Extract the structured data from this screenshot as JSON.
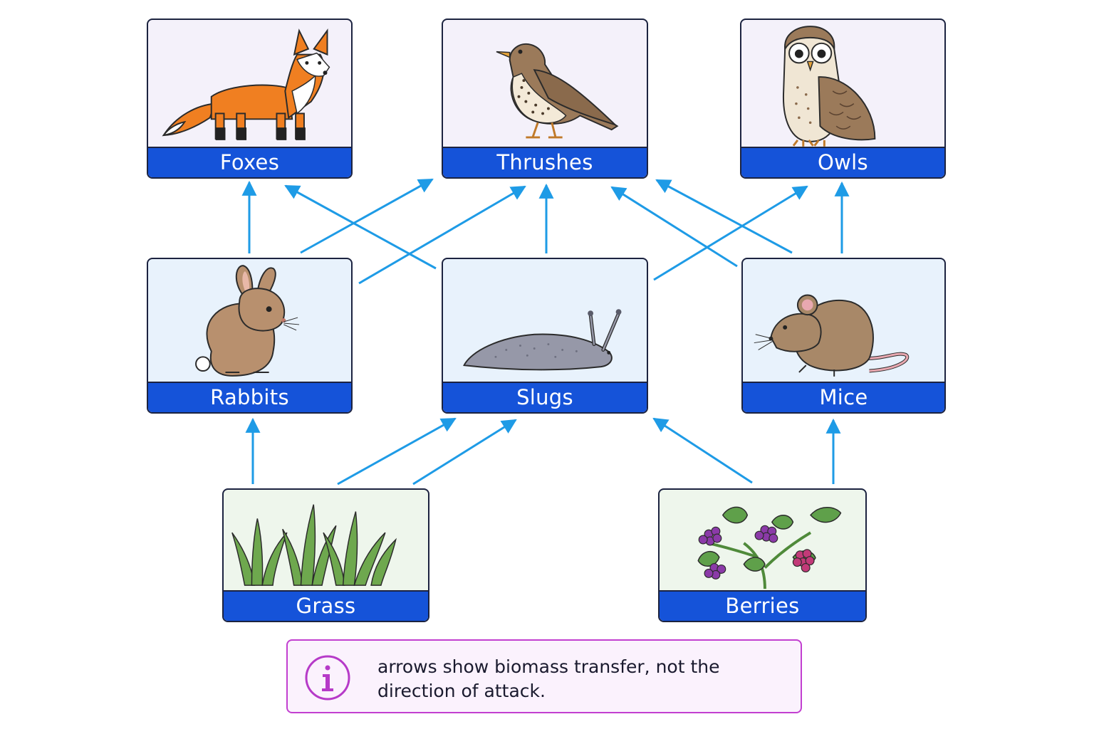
{
  "nodes": {
    "foxes": {
      "label": "Foxes",
      "icon": "fox-icon"
    },
    "thrushes": {
      "label": "Thrushes",
      "icon": "thrush-icon"
    },
    "owls": {
      "label": "Owls",
      "icon": "owl-icon"
    },
    "rabbits": {
      "label": "Rabbits",
      "icon": "rabbit-icon"
    },
    "slugs": {
      "label": "Slugs",
      "icon": "slug-icon"
    },
    "mice": {
      "label": "Mice",
      "icon": "mouse-icon"
    },
    "grass": {
      "label": "Grass",
      "icon": "grass-icon"
    },
    "berries": {
      "label": "Berries",
      "icon": "berries-icon"
    }
  },
  "edges": [
    {
      "from": "rabbits",
      "to": "foxes"
    },
    {
      "from": "rabbits",
      "to": "thrushes"
    },
    {
      "from": "rabbits",
      "to": "thrushes"
    },
    {
      "from": "slugs",
      "to": "foxes"
    },
    {
      "from": "slugs",
      "to": "thrushes"
    },
    {
      "from": "slugs",
      "to": "owls"
    },
    {
      "from": "mice",
      "to": "thrushes"
    },
    {
      "from": "mice",
      "to": "thrushes"
    },
    {
      "from": "mice",
      "to": "owls"
    },
    {
      "from": "grass",
      "to": "rabbits"
    },
    {
      "from": "grass",
      "to": "slugs"
    },
    {
      "from": "grass",
      "to": "slugs"
    },
    {
      "from": "berries",
      "to": "slugs"
    },
    {
      "from": "berries",
      "to": "mice"
    }
  ],
  "note": {
    "icon": "info-icon",
    "text": "arrows show biomass transfer, not the direction of attack."
  },
  "colors": {
    "arrow": "#1e9be6",
    "label_bg": "#1553d9",
    "node_border": "#1c2340",
    "note_border": "#c23fd0"
  }
}
